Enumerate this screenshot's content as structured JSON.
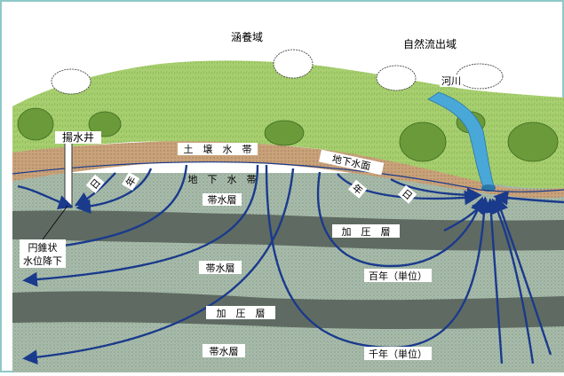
{
  "diagram": {
    "labels": {
      "recharge_area": "涵養域",
      "discharge_area": "自然流出域",
      "river": "河川",
      "pumping_well": "揚水井",
      "soil_zone": "土　壌　水　帯",
      "vadose_zone": "地　下　水　帯",
      "water_table": "地下水面",
      "aquifer_1": "帯水層",
      "aquitard_1": "加　圧　層",
      "aquifer_2": "帯水層",
      "aquitard_2": "加　圧　層",
      "aquifer_3": "帯水層",
      "cone_of_depression": "円錐状\n水位降下",
      "century_unit": "百年（単位）",
      "millennium_unit": "千年（単位）",
      "day_left": "日",
      "year_left": "年",
      "year_right": "年",
      "day_right": "日"
    },
    "colors": {
      "sky": "#ffffff",
      "hill_green": "#a7cf6f",
      "hill_dark": "#6a9a3a",
      "soil": "#c9a27a",
      "aquifer": "#a9bcab",
      "aquitard": "#5f6b62",
      "flow_line": "#1a3a8c",
      "river": "#4aa8d8",
      "border": "#8fc7c7"
    }
  }
}
